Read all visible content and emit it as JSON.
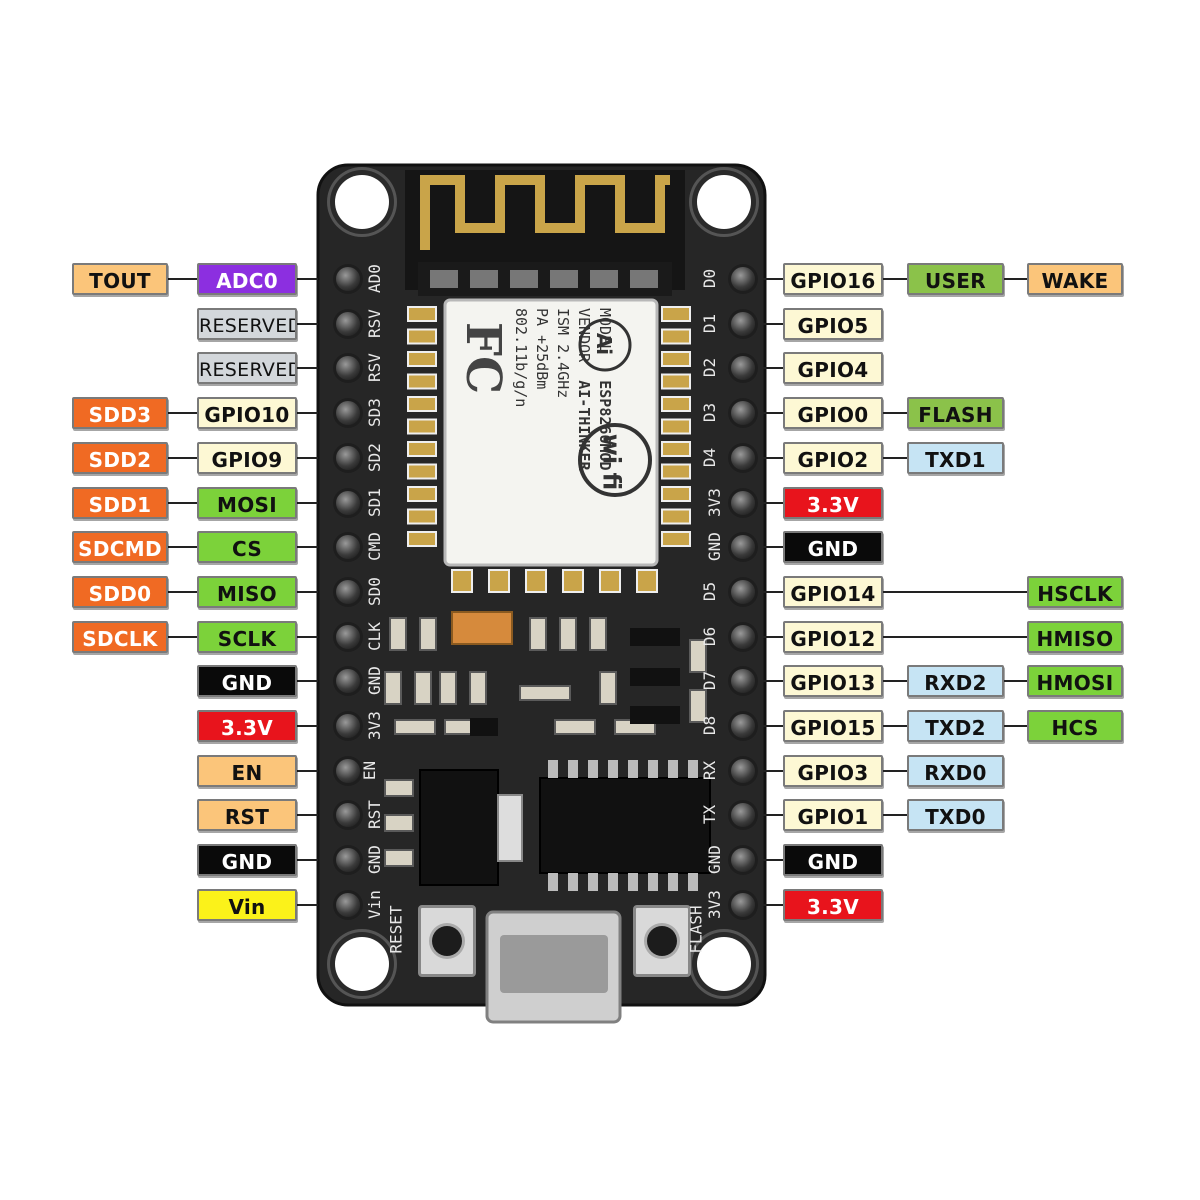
{
  "colors": {
    "orange": "#f06a23",
    "purple": "#8c2fe0",
    "silver": "#d3d7db",
    "cream": "#fdf8d4",
    "green": "#7cd23a",
    "black": "#0a0a0a",
    "red": "#e8141c",
    "tan": "#fbc57a",
    "yellow": "#fbf21a",
    "olive": "#8bc24a",
    "lightblue": "#c6e4f4",
    "board": "#262626"
  },
  "module": {
    "model_label": "MODEL",
    "model_value": "ESP8266MOD",
    "vendor_label": "VENDOR",
    "vendor_value": "AI-THINKER",
    "ism": "ISM  2.4GHz",
    "pa": "PA  +25dBm",
    "standard": "802.11b/g/n",
    "fcc": "FC",
    "wifi_logo": "wi fi",
    "ai_logo": "Ai"
  },
  "board": {
    "reset_label": "RESET",
    "flash_label": "FLASH"
  },
  "left_pins": [
    {
      "silk": "AD0",
      "tags": [
        {
          "text": "TOUT",
          "color": "tan"
        },
        {
          "text": "ADC0",
          "color": "purple"
        }
      ]
    },
    {
      "silk": "RSV",
      "tags": [
        {
          "text": "RESERVED",
          "color": "silver"
        }
      ]
    },
    {
      "silk": "RSV",
      "tags": [
        {
          "text": "RESERVED",
          "color": "silver"
        }
      ]
    },
    {
      "silk": "SD3",
      "tags": [
        {
          "text": "SDD3",
          "color": "orange"
        },
        {
          "text": "GPIO10",
          "color": "cream"
        }
      ]
    },
    {
      "silk": "SD2",
      "tags": [
        {
          "text": "SDD2",
          "color": "orange"
        },
        {
          "text": "GPIO9",
          "color": "cream"
        }
      ]
    },
    {
      "silk": "SD1",
      "tags": [
        {
          "text": "SDD1",
          "color": "orange"
        },
        {
          "text": "MOSI",
          "color": "green"
        }
      ]
    },
    {
      "silk": "CMD",
      "tags": [
        {
          "text": "SDCMD",
          "color": "orange"
        },
        {
          "text": "CS",
          "color": "green"
        }
      ]
    },
    {
      "silk": "SD0",
      "tags": [
        {
          "text": "SDD0",
          "color": "orange"
        },
        {
          "text": "MISO",
          "color": "green"
        }
      ]
    },
    {
      "silk": "CLK",
      "tags": [
        {
          "text": "SDCLK",
          "color": "orange"
        },
        {
          "text": "SCLK",
          "color": "green"
        }
      ]
    },
    {
      "silk": "GND",
      "tags": [
        {
          "text": "GND",
          "color": "black"
        }
      ]
    },
    {
      "silk": "3V3",
      "tags": [
        {
          "text": "3.3V",
          "color": "red"
        }
      ]
    },
    {
      "silk": "EN",
      "tags": [
        {
          "text": "EN",
          "color": "tan"
        }
      ]
    },
    {
      "silk": "RST",
      "tags": [
        {
          "text": "RST",
          "color": "tan"
        }
      ]
    },
    {
      "silk": "GND",
      "tags": [
        {
          "text": "GND",
          "color": "black"
        }
      ]
    },
    {
      "silk": "Vin",
      "tags": [
        {
          "text": "Vin",
          "color": "yellow"
        }
      ]
    }
  ],
  "right_pins": [
    {
      "silk": "D0",
      "tags": [
        {
          "text": "GPIO16",
          "color": "cream"
        },
        {
          "text": "USER",
          "color": "olive"
        },
        {
          "text": "WAKE",
          "color": "tan"
        }
      ]
    },
    {
      "silk": "D1",
      "tags": [
        {
          "text": "GPIO5",
          "color": "cream"
        }
      ]
    },
    {
      "silk": "D2",
      "tags": [
        {
          "text": "GPIO4",
          "color": "cream"
        }
      ]
    },
    {
      "silk": "D3",
      "tags": [
        {
          "text": "GPIO0",
          "color": "cream"
        },
        {
          "text": "FLASH",
          "color": "olive"
        }
      ]
    },
    {
      "silk": "D4",
      "tags": [
        {
          "text": "GPIO2",
          "color": "cream"
        },
        {
          "text": "TXD1",
          "color": "lightblue"
        }
      ]
    },
    {
      "silk": "3V3",
      "tags": [
        {
          "text": "3.3V",
          "color": "red"
        }
      ]
    },
    {
      "silk": "GND",
      "tags": [
        {
          "text": "GND",
          "color": "black"
        }
      ]
    },
    {
      "silk": "D5",
      "tags": [
        {
          "text": "GPIO14",
          "color": "cream"
        },
        {
          "text": "HSCLK",
          "color": "green"
        }
      ]
    },
    {
      "silk": "D6",
      "tags": [
        {
          "text": "GPIO12",
          "color": "cream"
        },
        {
          "text": "HMISO",
          "color": "green"
        }
      ]
    },
    {
      "silk": "D7",
      "tags": [
        {
          "text": "GPIO13",
          "color": "cream"
        },
        {
          "text": "RXD2",
          "color": "lightblue"
        },
        {
          "text": "HMOSI",
          "color": "green"
        }
      ]
    },
    {
      "silk": "D8",
      "tags": [
        {
          "text": "GPIO15",
          "color": "cream"
        },
        {
          "text": "TXD2",
          "color": "lightblue"
        },
        {
          "text": "HCS",
          "color": "green"
        }
      ]
    },
    {
      "silk": "RX",
      "tags": [
        {
          "text": "GPIO3",
          "color": "cream"
        },
        {
          "text": "RXD0",
          "color": "lightblue"
        }
      ]
    },
    {
      "silk": "TX",
      "tags": [
        {
          "text": "GPIO1",
          "color": "cream"
        },
        {
          "text": "TXD0",
          "color": "lightblue"
        }
      ]
    },
    {
      "silk": "GND",
      "tags": [
        {
          "text": "GND",
          "color": "black"
        }
      ]
    },
    {
      "silk": "3V3",
      "tags": [
        {
          "text": "3.3V",
          "color": "red"
        }
      ]
    }
  ]
}
